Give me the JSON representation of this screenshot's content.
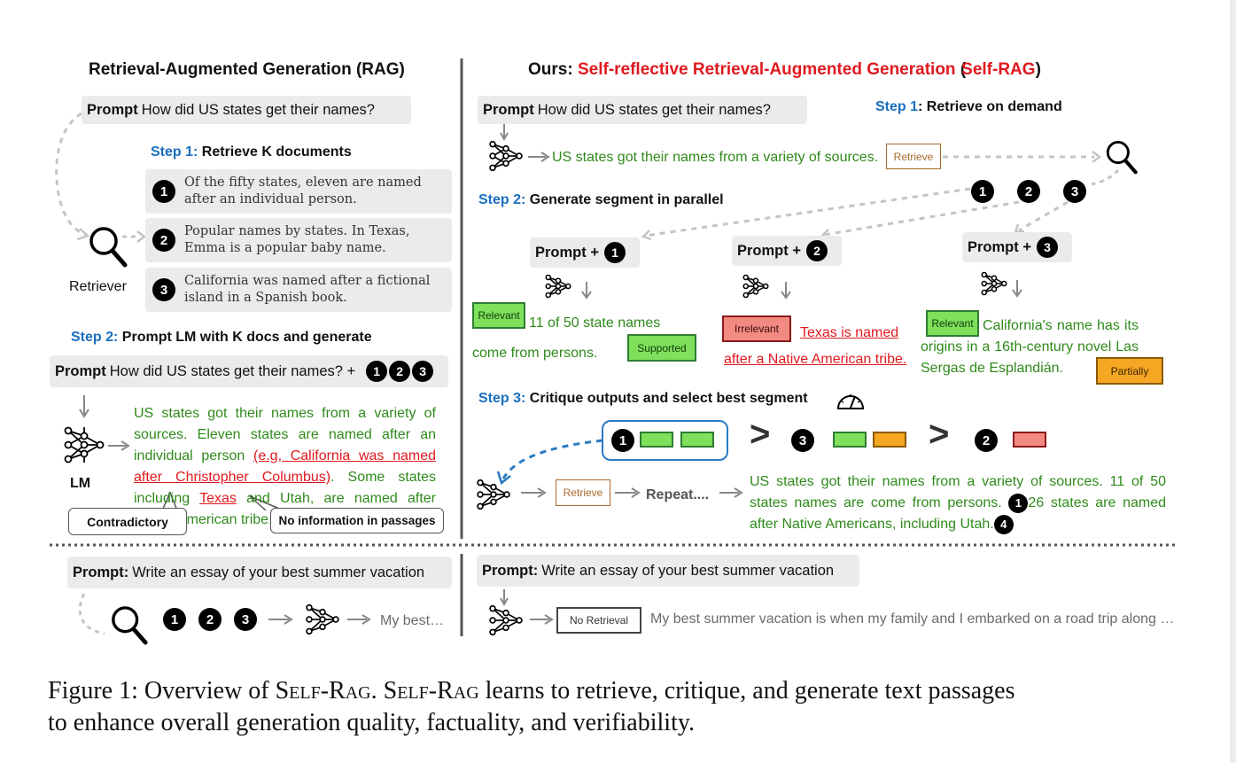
{
  "left": {
    "title": "Retrieval-Augmented Generation (RAG)",
    "prompt_label": "Prompt",
    "prompt_text": "How did US states get their names?",
    "step1_label": "Step 1:",
    "step1_text": "Retrieve K documents",
    "docs": [
      {
        "num": "1",
        "line1": "Of the fifty states, eleven are named",
        "line2": "after an individual person."
      },
      {
        "num": "2",
        "line1": "Popular names by states. In Texas,",
        "line2": "Emma is a popular baby name."
      },
      {
        "num": "3",
        "line1": "California was named after a fictional",
        "line2": "island in a Spanish book."
      }
    ],
    "retriever_label": "Retriever",
    "step2_label": "Step 2:",
    "step2_text": "Prompt LM with K docs and generate",
    "prompt2_text": "How did US states get their names? +",
    "prompt2_nums": [
      "1",
      "2",
      "3"
    ],
    "lm_label": "LM",
    "gen_part1": "US states got their names from a variety of sources. Eleven states are named after an individual person",
    "gen_red1": "(e.g, California was named after Christopher Columbus)",
    "gen_part2": ". Some states including",
    "gen_red2": "Texas",
    "gen_part3": "and Utah, are named after Native American tribe.",
    "callout_contradictory": "Contradictory",
    "callout_noinfo": "No information in passages"
  },
  "right": {
    "title_prefix": "Ours:",
    "title_red": "Self-reflective Retrieval-Augmented Generation",
    "title_paren_open": "(",
    "title_red2": "Self-RAG",
    "title_paren_close": ")",
    "prompt_label": "Prompt",
    "prompt_text": "How did US states get their names?",
    "step1_label": "Step 1",
    "step1_text": ": Retrieve on demand",
    "gen_text": "US states got their names from a variety of sources.",
    "retrieve_tag": "Retrieve",
    "step1_nums": [
      "1",
      "2",
      "3"
    ],
    "step2_label": "Step 2:",
    "step2_text": "Generate segment in parallel",
    "segments": [
      {
        "prompt": "Prompt +",
        "num": "1",
        "tag1": "Relevant",
        "text": "11 of 50 state names come from persons.",
        "tag2": "Supported"
      },
      {
        "prompt": "Prompt +",
        "num": "2",
        "tag1": "Irrelevant",
        "text": "Texas is named after a Native American tribe.",
        "tag2": ""
      },
      {
        "prompt": "Prompt +",
        "num": "3",
        "tag1": "Relevant",
        "text": "California's name has its origins in a 16th-century novel Las Sergas de Esplandián.",
        "tag2": "Partially"
      }
    ],
    "step3_label": "Step 3:",
    "step3_text": "Critique outputs and select best segment",
    "rank_nums": [
      "1",
      "3",
      "2"
    ],
    "gt": ">",
    "repeat_text": "Repeat....",
    "final_text": "US states got their names from a variety of sources. 11 of 50 states names are come from persons.",
    "final_num1": "1",
    "final_text2": "26 states are named after Native Americans, including Utah.",
    "final_num2": "4"
  },
  "bottom_left": {
    "prompt_label": "Prompt:",
    "prompt_text": "Write an essay of your best summer vacation",
    "nums": [
      "1",
      "2",
      "3"
    ],
    "output": "My best…"
  },
  "bottom_right": {
    "prompt_label": "Prompt:",
    "prompt_text": "Write an essay of your best summer vacation",
    "no_retrieval_tag": "No Retrieval",
    "output": "My best summer vacation is when my family and I embarked on a road trip along …"
  },
  "caption": {
    "line1a": "Figure 1: Overview of ",
    "line1b": "Self-Rag",
    "line1c": ". ",
    "line1d": "Self-Rag",
    "line1e": " learns to retrieve, critique, and generate text passages",
    "line2": "to enhance overall generation quality, factuality, and verifiability."
  },
  "colors": {
    "red": "#e0191f",
    "blue": "#1a6fbf",
    "green": "#2f8a1b",
    "relevant": "#7ee05b",
    "irrelevant": "#f28a82",
    "partially": "#f5a623",
    "retrieve": "#a86a2c"
  }
}
